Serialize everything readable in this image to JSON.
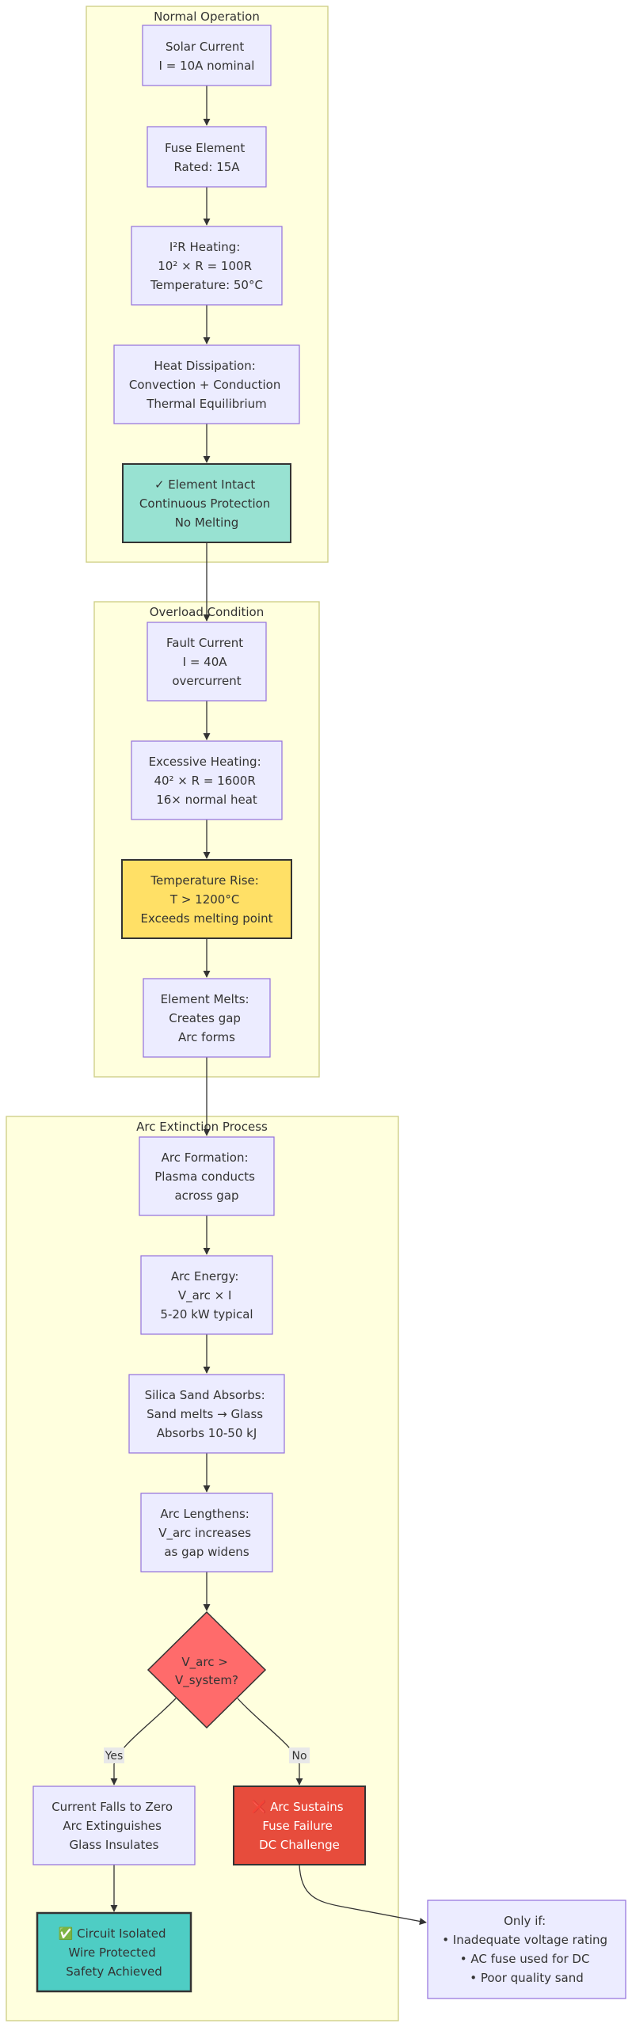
{
  "groups": {
    "normal": "Normal Operation",
    "overload": "Overload Condition",
    "arc": "Arc Extinction Process"
  },
  "nodes": {
    "solar_current": [
      "Solar Current",
      "I = 10A nominal"
    ],
    "fuse_element": [
      "Fuse Element",
      "Rated: 15A"
    ],
    "i2r_heating": [
      "I²R Heating:",
      "10² × R = 100R",
      "Temperature: 50°C"
    ],
    "heat_dissipation": [
      "Heat Dissipation:",
      "Convection + Conduction",
      "Thermal Equilibrium"
    ],
    "element_intact": [
      "✓ Element Intact",
      "Continuous Protection",
      "No Melting"
    ],
    "fault_current": [
      "Fault Current",
      "I = 40A",
      "overcurrent"
    ],
    "excessive_heating": [
      "Excessive Heating:",
      "40² × R = 1600R",
      "16× normal heat"
    ],
    "temperature_rise": [
      "Temperature Rise:",
      "T > 1200°C",
      "Exceeds melting point"
    ],
    "element_melts": [
      "Element Melts:",
      "Creates gap",
      "Arc forms"
    ],
    "arc_formation": [
      "Arc Formation:",
      "Plasma conducts",
      "across gap"
    ],
    "arc_energy": [
      "Arc Energy:",
      "V_arc × I",
      "5-20 kW typical"
    ],
    "silica_sand": [
      "Silica Sand Absorbs:",
      "Sand melts → Glass",
      "Absorbs 10-50 kJ"
    ],
    "arc_lengthens": [
      "Arc Lengthens:",
      "V_arc increases",
      "as gap widens"
    ],
    "decision": [
      "V_arc >",
      "V_system?"
    ],
    "current_falls": [
      "Current Falls to Zero",
      "Arc Extinguishes",
      "Glass Insulates"
    ],
    "arc_sustains": [
      "❌ Arc Sustains",
      "Fuse Failure",
      "DC Challenge"
    ],
    "circuit_isolated": [
      "✅ Circuit Isolated",
      "Wire Protected",
      "Safety Achieved"
    ],
    "only_if": [
      "Only if:",
      "• Inadequate voltage rating",
      "• AC fuse used for DC",
      "• Poor quality sand"
    ]
  },
  "edge_labels": {
    "yes": "Yes",
    "no": "No"
  },
  "colors": {
    "cluster_fill": "#ffffde",
    "node_fill": "#ececff",
    "node_stroke": "#9370db",
    "intact_fill": "#98e2d2",
    "temperature_fill": "#ffe066",
    "decision_fill": "#ff6b6b",
    "sustains_fill": "#e74c3c",
    "isolated_fill": "#4ecdc4"
  }
}
